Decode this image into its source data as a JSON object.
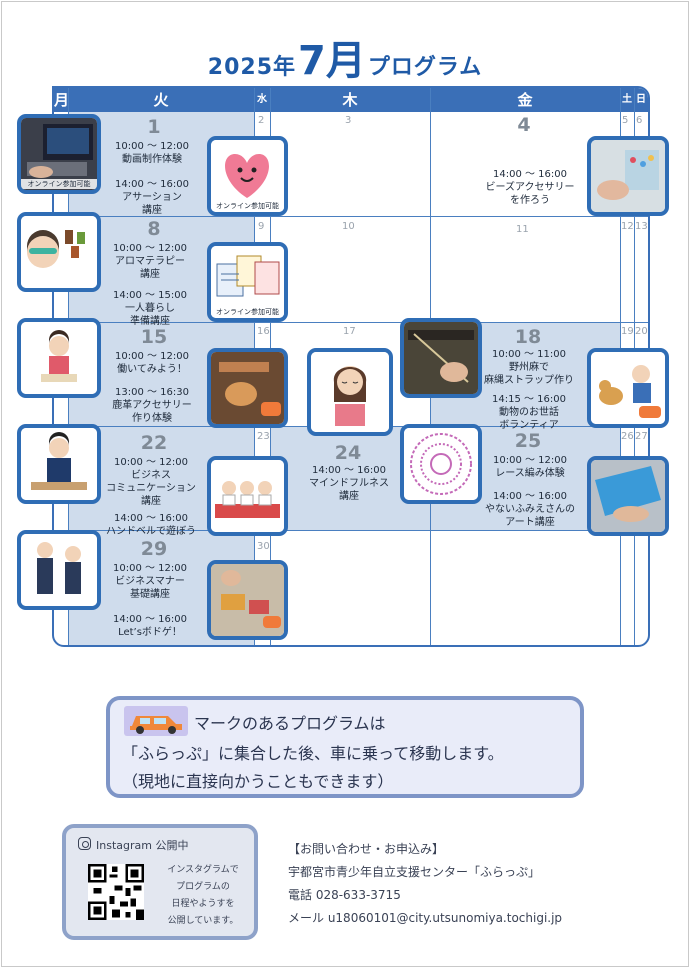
{
  "title": {
    "year": "2025年",
    "month": "7月",
    "suffix": "プログラム"
  },
  "calendar": {
    "headers": [
      "月",
      "火",
      "水",
      "木",
      "金",
      "土",
      "日"
    ],
    "days": {
      "d1": "1",
      "d2": "2",
      "d3": "3",
      "d4": "4",
      "d5": "5",
      "d6": "6",
      "d8": "8",
      "d9": "9",
      "d10": "10",
      "d11": "11",
      "d12": "12",
      "d13": "13",
      "d15": "15",
      "d16": "16",
      "d17": "17",
      "d18": "18",
      "d19": "19",
      "d20": "20",
      "d22": "22",
      "d23": "23",
      "d24": "24",
      "d25": "25",
      "d26": "26",
      "d27": "27",
      "d29": "29",
      "d30": "30"
    },
    "events": {
      "tue1": [
        "10:00 ～ 12:00",
        "動画制作体験",
        "14:00 ～ 16:00",
        "アサーション",
        "講座"
      ],
      "fri4": [
        "14:00 ～ 16:00",
        "ビーズアクセサリー",
        "を作ろう"
      ],
      "tue8": [
        "10:00 ～ 12:00",
        "アロマテラピー",
        "講座",
        "14:00 ～ 15:00",
        "一人暮らし",
        "準備講座"
      ],
      "tue15": [
        "10:00 ～ 12:00",
        "働いてみよう！",
        "13:00 ～ 16:30",
        "鹿革アクセサリー",
        "作り体験"
      ],
      "fri18": [
        "10:00 ～ 11:00",
        "野州麻で",
        "麻縄ストラップ作り",
        "14:15 ～ 16:00",
        "動物のお世話",
        "ボランティア"
      ],
      "tue22": [
        "10:00 ～ 12:00",
        "ビジネス",
        "コミュニケーション",
        "講座",
        "14:00 ～ 16:00",
        "ハンドベルで遊ぼう"
      ],
      "thu24": [
        "14:00 ～ 16:00",
        "マインドフルネス",
        "講座"
      ],
      "fri25": [
        "10:00 ～ 12:00",
        "レース編み体験",
        "14:00 ～ 16:00",
        "やないふみえさんの",
        "アート講座"
      ],
      "tue29": [
        "10:00 ～ 12:00",
        "ビジネスマナー",
        "基礎講座",
        "14:00 ～ 16:00",
        "Let’sボドゲ！"
      ]
    },
    "captions": {
      "online1": "オンライン参加可能",
      "online2": "オンライン参加可能",
      "online3": "オンライン参加可能"
    }
  },
  "notice": {
    "line1": "マークのあるプログラムは",
    "line2": "「ふらっぷ」に集合した後、車に乗って移動します。",
    "line3": "（現地に直接向かうこともできます）"
  },
  "instagram": {
    "heading": "Instagram 公開中",
    "desc": [
      "インスタグラムで",
      "プログラムの",
      "日程やようすを",
      "公開しています。"
    ]
  },
  "contact": {
    "line1": "【お問い合わせ・お申込み】",
    "line2": "宇都宮市青少年自立支援センター「ふらっぷ」",
    "line3": "電話 028-633-3715",
    "line4": "メール u18060101@city.utsunomiya.tochigi.jp"
  },
  "colors": {
    "accent": "#3a6fb7",
    "shade": "#cfdcec",
    "notice_bg": "#e9ecf9"
  },
  "icons": {
    "instagram": "instagram-icon",
    "car": "car-icon",
    "qr": "qr-code"
  }
}
